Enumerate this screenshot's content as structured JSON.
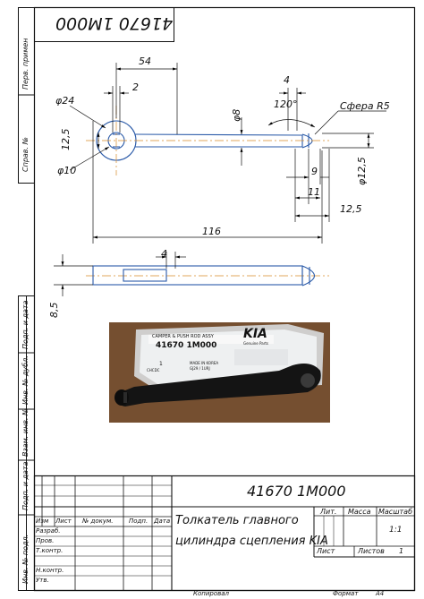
{
  "stamp_top": "41670 1M000",
  "dimensions": {
    "d_54": "54",
    "d_2": "2",
    "d_4_top": "4",
    "d_120": "120°",
    "sphere": "Сфера R5",
    "phi24": "φ24",
    "phi8": "φ8",
    "d_125_left": "12,5",
    "phi10": "φ10",
    "d_9": "9",
    "d_11": "11",
    "phi125": "φ12,5",
    "d_125_bottom": "12,5",
    "d_116": "116",
    "d_4_side": "4",
    "d_85": "8,5"
  },
  "side_labels": {
    "perv_primen": "Перв. примен",
    "sprav_no": "Справ. №",
    "podp_data_1": "Подп. и дата",
    "inv_dubl": "Инв. № дубл.",
    "vzam_inv": "Взам. инв. №",
    "podp_data_2": "Подп. и дата",
    "inv_podl": "Инв. № подл."
  },
  "photo": {
    "label_title": "CAMPER & PUSH ROD ASSY",
    "part_number": "41670 1M000",
    "brand_sub": "Genuine Parts",
    "made_in": "MADE IN KOREA",
    "code": "GJ29 / 1URJ",
    "qty": "1",
    "model": "CHCDC"
  },
  "title_block": {
    "designation": "41670 1M000",
    "name_line1": "Толкатель главного",
    "name_line2": "цилиндра сцепления KIA",
    "col_izm": "Изм",
    "col_list": "Лист",
    "col_doc": "№ докум.",
    "col_podp": "Подп.",
    "col_data": "Дата",
    "row_razrab": "Разраб.",
    "row_prov": "Пров.",
    "row_tkontr": "Т.контр.",
    "row_nkontr": "Н.контр.",
    "row_utv": "Утв.",
    "lit_header": "Лит.",
    "mass_header": "Масса",
    "scale_header": "Масштаб",
    "scale_value": "1:1",
    "sheet_label": "Лист",
    "sheets_label": "Листов",
    "sheets_value": "1",
    "copied": "Копировал",
    "format_label": "Формат",
    "format_value": "А4"
  }
}
